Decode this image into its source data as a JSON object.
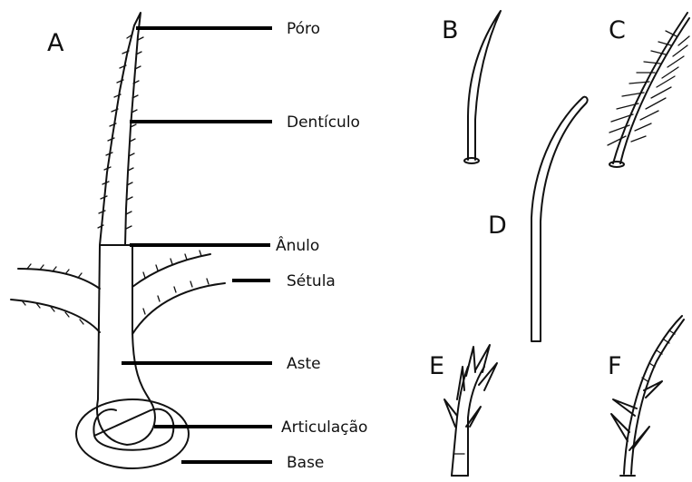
{
  "panels": {
    "a": "A",
    "b": "B",
    "c": "C",
    "d": "D",
    "e": "E",
    "f": "F"
  },
  "labels": {
    "poro": "Póro",
    "denticulo": "Dentículo",
    "anulo": "Ânulo",
    "setula": "Sétula",
    "aste": "Aste",
    "articulacao": "Articulação",
    "base": "Base"
  }
}
